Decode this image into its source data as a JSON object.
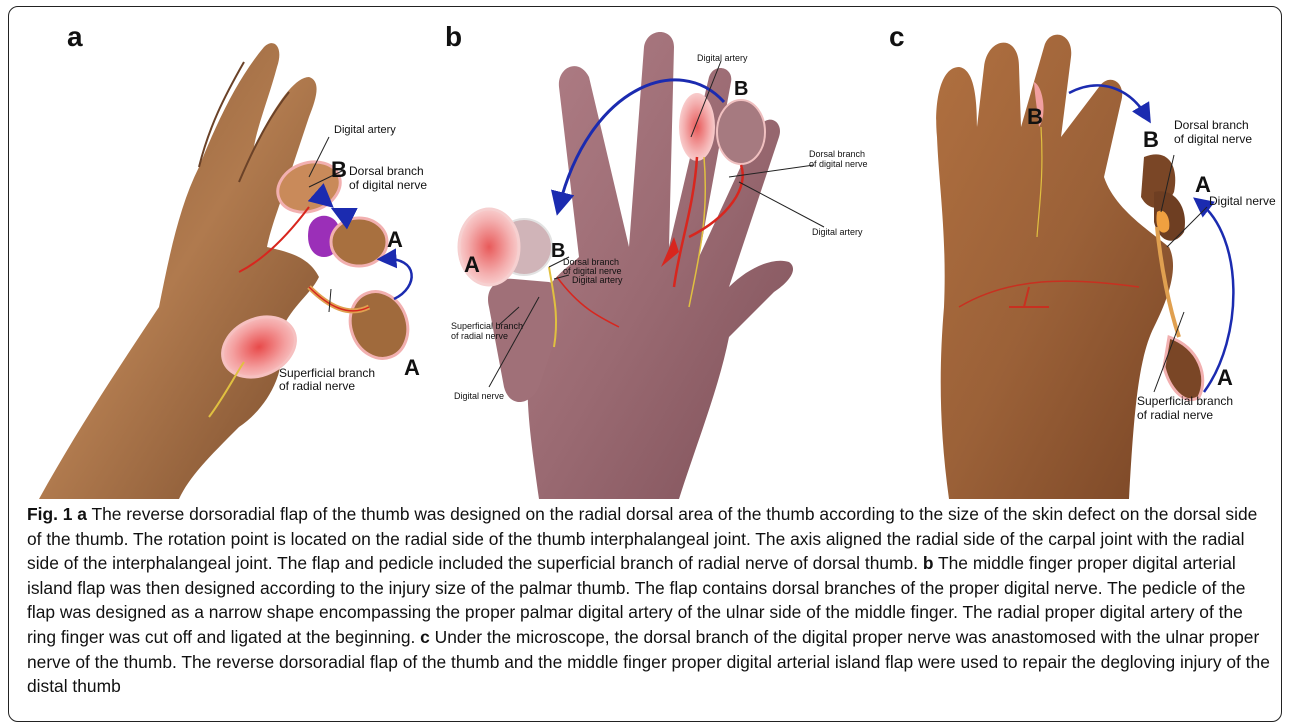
{
  "figure": {
    "panels": [
      {
        "id": "a",
        "letter": "a",
        "labels": {
          "digital_artery": "Digital artery",
          "flap_b": "B",
          "dorsal_branch_1": "Dorsal branch",
          "dorsal_branch_2": "of digital nerve",
          "flap_a_top": "A",
          "flap_a_bottom": "A",
          "superficial_1": "Superficial branch",
          "superficial_2": "of radial nerve"
        }
      },
      {
        "id": "b",
        "letter": "b",
        "labels": {
          "digital_artery_top": "Digital artery",
          "flap_b_top": "B",
          "dorsal_branch_r1": "Dorsal branch",
          "dorsal_branch_r2": "of digital nerve",
          "digital_artery_right": "Digital artery",
          "flap_a": "A",
          "flap_b_left": "B",
          "dorsal_branch_l1": "Dorsal branch",
          "dorsal_branch_l2": "of digital nerve",
          "digital_artery_left": "Digital artery",
          "superficial_1": "Superficial branch",
          "superficial_2": "of radial nerve",
          "digital_nerve": "Digital nerve"
        }
      },
      {
        "id": "c",
        "letter": "c",
        "labels": {
          "flap_b_left": "B",
          "flap_b_right": "B",
          "dorsal_branch_1": "Dorsal branch",
          "dorsal_branch_2": "of digital nerve",
          "flap_a_top": "A",
          "digital_nerve": "Digital nerve",
          "flap_a_bottom": "A",
          "superficial_1": "Superficial  branch",
          "superficial_2": "of radial nerve"
        }
      }
    ],
    "caption": {
      "fig_label": "Fig. 1",
      "a_letter": "a",
      "a_text": " The reverse dorsoradial flap of the thumb was designed on the radial dorsal area of the thumb according to the size of the skin defect on the dorsal side of the thumb. The rotation point is located on the radial side of the thumb interphalangeal joint. The axis aligned the radial side of the carpal joint with the radial side of the interphalangeal joint. The flap and pedicle included the superficial branch of radial nerve of dorsal thumb. ",
      "b_letter": "b",
      "b_text": " The middle finger proper digital arterial island flap was then designed according to the injury size of the palmar thumb. The flap contains dorsal branches of the proper digital nerve. The pedicle of the flap was designed as a narrow shape encompassing the proper palmar digital artery of the ulnar side of the middle finger. The radial proper digital artery of the ring finger was cut off and ligated at the beginning. ",
      "c_letter": "c",
      "c_text": " Under the microscope, the dorsal branch of the digital proper nerve was anastomosed with the ulnar proper nerve of the thumb. The reverse dorsoradial flap of the thumb and the middle finger proper digital arterial island flap were used to repair the degloving injury of the distal thumb"
    },
    "colors": {
      "skin_a": "#a0704a",
      "skin_b": "#9a6a72",
      "skin_c": "#9b6138",
      "flap_pink": "#f08a8a",
      "artery_red": "#d8261e",
      "nerve_yellow": "#e0c040",
      "arrow_blue": "#1b2bb0",
      "purple": "#9b2fb8"
    }
  }
}
